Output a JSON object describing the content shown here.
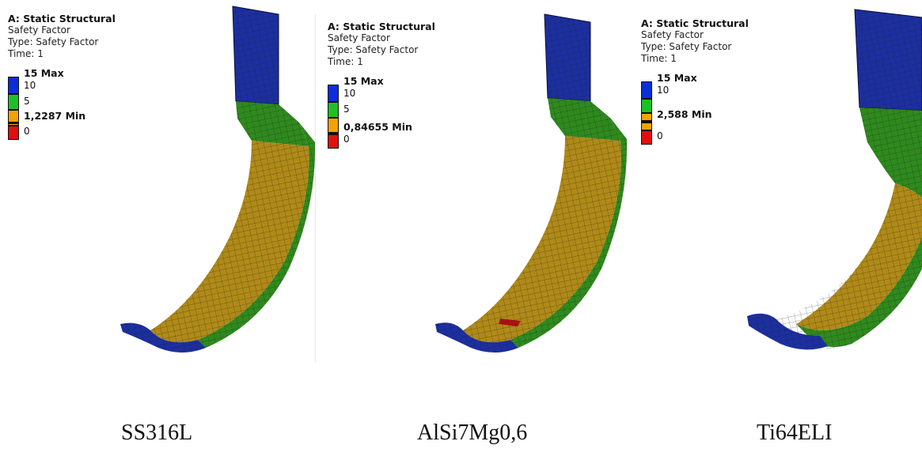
{
  "colors": {
    "blue": "#0a2fd8",
    "green": "#1fbf28",
    "orange": "#f2a300",
    "red": "#e01010",
    "part_blue": "#1c2fa0",
    "part_green": "#2f8a1e",
    "part_orange": "#b08a18",
    "part_red": "#b01010",
    "mesh": "#1a1a1a"
  },
  "panels": [
    {
      "title": "A: Static Structural",
      "subtitle": "Safety Factor",
      "type_line": "Type: Safety Factor",
      "time_line": "Time: 1",
      "max_label": "15 Max",
      "tick_10": "10",
      "tick_5": "5",
      "min_label": "1,2287 Min",
      "tick_0": "0",
      "caption": "SS316L",
      "min_value": 1.2287,
      "max_value": 15
    },
    {
      "title": "A: Static Structural",
      "subtitle": "Safety Factor",
      "type_line": "Type: Safety Factor",
      "time_line": "Time: 1",
      "max_label": "15 Max",
      "tick_10": "10",
      "tick_5": "5",
      "min_label": "0,84655 Min",
      "tick_0": "0",
      "caption": "AlSi7Mg0,6",
      "min_value": 0.84655,
      "max_value": 15
    },
    {
      "title": "A: Static Structural",
      "subtitle": "Safety Factor",
      "type_line": "Type: Safety Factor",
      "time_line": "Time: 1",
      "max_label": "15 Max",
      "tick_10": "10",
      "tick_5": "",
      "min_label": "2,588 Min",
      "tick_0": "0",
      "caption": "Ti64ELI",
      "min_value": 2.588,
      "max_value": 15
    }
  ]
}
